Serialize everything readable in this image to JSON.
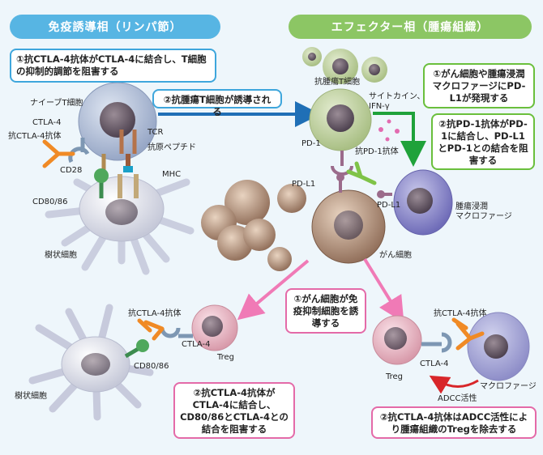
{
  "phases": {
    "left": "免疫誘導相（リンパ節）",
    "right": "エフェクター相（腫瘍組織）"
  },
  "callouts": {
    "induction_1": "①抗CTLA-4抗体がCTLA-4に結合し、T細胞の抑制的調節を阻害する",
    "induction_2": "②抗腫瘍T細胞が誘導される",
    "pdl1_expression": "①がん細胞や腫瘍浸潤マクロファージにPD-L1が発現する",
    "pd1_block": "②抗PD-1抗体がPD-1に結合し、PD-L1とPD-1との結合を阻害する",
    "treg_induce": "①がん細胞が免疫抑制細胞を誘導する",
    "treg_block": "②抗CTLA-4抗体がCTLA-4に結合し、CD80/86とCTLA-4との結合を阻害する",
    "treg_adcc": "②抗CTLA-4抗体はADCC活性により腫瘍組織のTregを除去する"
  },
  "labels": {
    "naive_t": "ナイーブT細胞",
    "ctla4_top": "CTLA-4",
    "anti_ctla4_top": "抗CTLA-4抗体",
    "cd28": "CD28",
    "tcr": "TCR",
    "antigen_peptide": "抗原ペプチド",
    "mhc": "MHC",
    "cd80_86_top": "CD80/86",
    "dendritic_top": "樹状細胞",
    "anti_tumor_t": "抗腫瘍T細胞",
    "cytokine": "サイトカイン、",
    "ifn": "IFN-γ",
    "pd1": "PD-1",
    "anti_pd1": "抗PD-1抗体",
    "pdl1_left": "PD-L1",
    "pdl1_right": "PD-L1",
    "tam_1": "腫瘍浸潤",
    "tam_2": "マクロファージ",
    "cancer_cell": "がん細胞",
    "anti_ctla4_bl": "抗CTLA-4抗体",
    "treg_bl": "Treg",
    "ctla4_bl": "CTLA-4",
    "cd80_86_bl": "CD80/86",
    "dendritic_bl": "樹状細胞",
    "anti_ctla4_br": "抗CTLA-4抗体",
    "treg_br": "Treg",
    "ctla4_br": "CTLA-4",
    "macrophage_br": "マクロファージ",
    "adcc": "ADCC活性"
  },
  "colors": {
    "left_phase": "#57b5e3",
    "right_phase": "#8cc664",
    "blue_arrow": "#1f6fb6",
    "green_arrow": "#1fa23a",
    "pink_arrow": "#f07ab6",
    "red_arrow": "#d8262a",
    "antibody": "#f08a25"
  }
}
